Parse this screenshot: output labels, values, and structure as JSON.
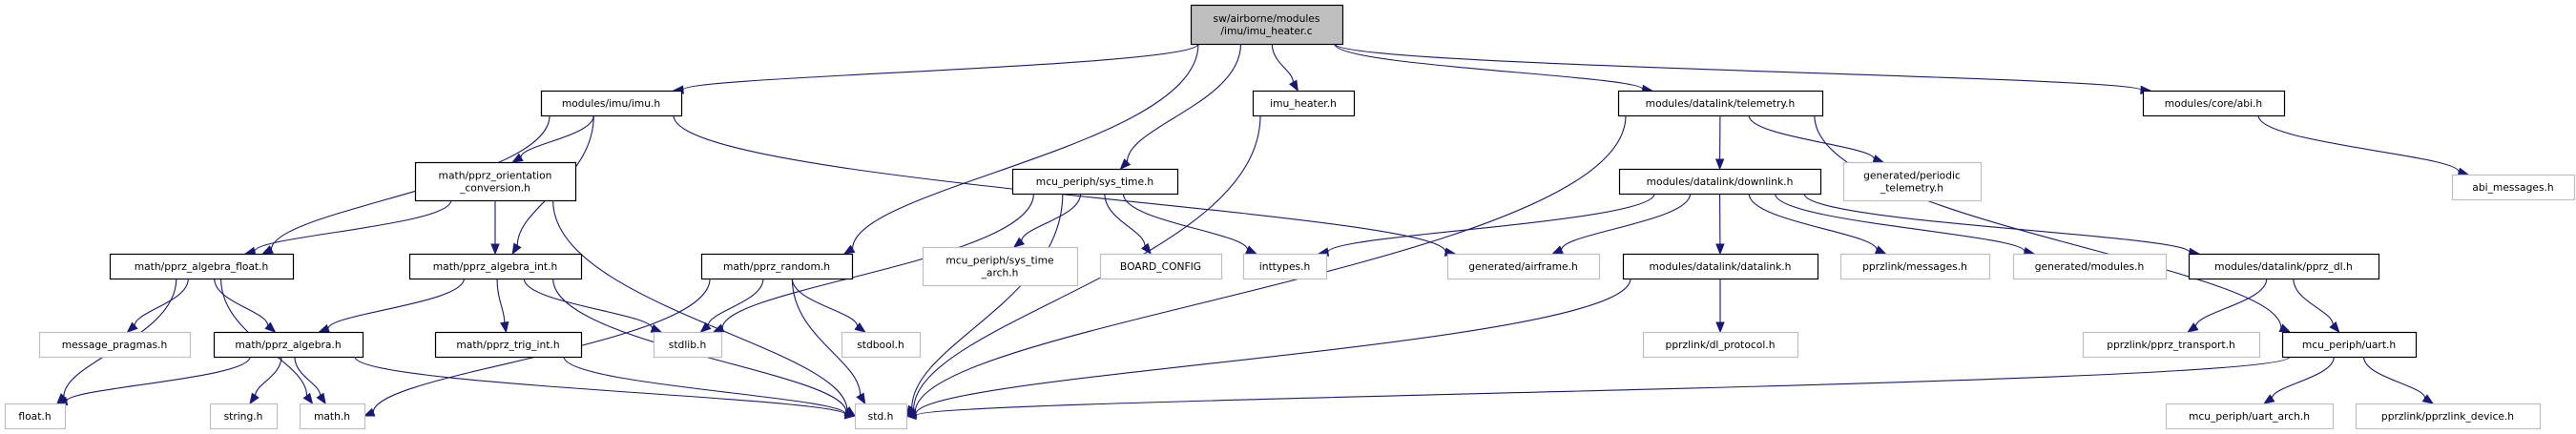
{
  "title": "sw/airborne/modules/imu/imu_heater.c include dependency graph",
  "colors": {
    "edge": "#191970",
    "root_fill": "#bfbfbf",
    "local_border": "#000000",
    "external_border": "#bfbfbf"
  },
  "nodes": [
    {
      "id": "root",
      "kind": "root",
      "lines": [
        "sw/airborne/modules",
        "/imu/imu_heater.c"
      ]
    },
    {
      "id": "imu",
      "kind": "local",
      "lines": [
        "modules/imu/imu.h"
      ]
    },
    {
      "id": "heater_h",
      "kind": "local",
      "lines": [
        "imu_heater.h"
      ]
    },
    {
      "id": "telemetry",
      "kind": "local",
      "lines": [
        "modules/datalink/telemetry.h"
      ]
    },
    {
      "id": "abi",
      "kind": "local",
      "lines": [
        "modules/core/abi.h"
      ]
    },
    {
      "id": "orient",
      "kind": "local",
      "lines": [
        "math/pprz_orientation",
        "_conversion.h"
      ]
    },
    {
      "id": "systime",
      "kind": "local",
      "lines": [
        "mcu_periph/sys_time.h"
      ]
    },
    {
      "id": "downlink",
      "kind": "local",
      "lines": [
        "modules/datalink/downlink.h"
      ]
    },
    {
      "id": "periodic",
      "kind": "ext",
      "lines": [
        "generated/periodic",
        "_telemetry.h"
      ]
    },
    {
      "id": "abimsg",
      "kind": "ext",
      "lines": [
        "abi_messages.h"
      ]
    },
    {
      "id": "algfloat",
      "kind": "local",
      "lines": [
        "math/pprz_algebra_float.h"
      ]
    },
    {
      "id": "algint",
      "kind": "local",
      "lines": [
        "math/pprz_algebra_int.h"
      ]
    },
    {
      "id": "random",
      "kind": "local",
      "lines": [
        "math/pprz_random.h"
      ]
    },
    {
      "id": "systimearch",
      "kind": "ext",
      "lines": [
        "mcu_periph/sys_time",
        "_arch.h"
      ]
    },
    {
      "id": "board",
      "kind": "ext",
      "lines": [
        "BOARD_CONFIG"
      ]
    },
    {
      "id": "inttypes",
      "kind": "ext",
      "lines": [
        "inttypes.h"
      ]
    },
    {
      "id": "airframe",
      "kind": "ext",
      "lines": [
        "generated/airframe.h"
      ]
    },
    {
      "id": "datalink",
      "kind": "local",
      "lines": [
        "modules/datalink/datalink.h"
      ]
    },
    {
      "id": "messages",
      "kind": "ext",
      "lines": [
        "pprzlink/messages.h"
      ]
    },
    {
      "id": "modules",
      "kind": "ext",
      "lines": [
        "generated/modules.h"
      ]
    },
    {
      "id": "pprzdl",
      "kind": "local",
      "lines": [
        "modules/datalink/pprz_dl.h"
      ]
    },
    {
      "id": "pragmas",
      "kind": "ext",
      "lines": [
        "message_pragmas.h"
      ]
    },
    {
      "id": "algebra",
      "kind": "local",
      "lines": [
        "math/pprz_algebra.h"
      ]
    },
    {
      "id": "trigint",
      "kind": "local",
      "lines": [
        "math/pprz_trig_int.h"
      ]
    },
    {
      "id": "stdlib",
      "kind": "ext",
      "lines": [
        "stdlib.h"
      ]
    },
    {
      "id": "stdbool",
      "kind": "ext",
      "lines": [
        "stdbool.h"
      ]
    },
    {
      "id": "dlproto",
      "kind": "ext",
      "lines": [
        "pprzlink/dl_protocol.h"
      ]
    },
    {
      "id": "transport",
      "kind": "ext",
      "lines": [
        "pprzlink/pprz_transport.h"
      ]
    },
    {
      "id": "uart",
      "kind": "local",
      "lines": [
        "mcu_periph/uart.h"
      ]
    },
    {
      "id": "float",
      "kind": "ext",
      "lines": [
        "float.h"
      ]
    },
    {
      "id": "string",
      "kind": "ext",
      "lines": [
        "string.h"
      ]
    },
    {
      "id": "math",
      "kind": "ext",
      "lines": [
        "math.h"
      ]
    },
    {
      "id": "std",
      "kind": "ext",
      "lines": [
        "std.h"
      ]
    },
    {
      "id": "uartarch",
      "kind": "ext",
      "lines": [
        "mcu_periph/uart_arch.h"
      ]
    },
    {
      "id": "device",
      "kind": "ext",
      "lines": [
        "pprzlink/pprzlink_device.h"
      ]
    }
  ],
  "edges": [
    [
      "root",
      "imu"
    ],
    [
      "root",
      "random"
    ],
    [
      "root",
      "systime"
    ],
    [
      "root",
      "heater_h"
    ],
    [
      "root",
      "telemetry"
    ],
    [
      "root",
      "abi"
    ],
    [
      "imu",
      "orient"
    ],
    [
      "imu",
      "algfloat"
    ],
    [
      "imu",
      "algint"
    ],
    [
      "imu",
      "airframe"
    ],
    [
      "orient",
      "algfloat"
    ],
    [
      "orient",
      "algint"
    ],
    [
      "orient",
      "std"
    ],
    [
      "heater_h",
      "std"
    ],
    [
      "telemetry",
      "downlink"
    ],
    [
      "telemetry",
      "periodic"
    ],
    [
      "telemetry",
      "std"
    ],
    [
      "telemetry",
      "uart"
    ],
    [
      "abi",
      "abimsg"
    ],
    [
      "systime",
      "stdlib"
    ],
    [
      "systime",
      "std"
    ],
    [
      "systime",
      "systimearch"
    ],
    [
      "systime",
      "board"
    ],
    [
      "systime",
      "inttypes"
    ],
    [
      "downlink",
      "inttypes"
    ],
    [
      "downlink",
      "airframe"
    ],
    [
      "downlink",
      "datalink"
    ],
    [
      "downlink",
      "messages"
    ],
    [
      "downlink",
      "modules"
    ],
    [
      "downlink",
      "pprzdl"
    ],
    [
      "algfloat",
      "float"
    ],
    [
      "algfloat",
      "math"
    ],
    [
      "algfloat",
      "pragmas"
    ],
    [
      "algfloat",
      "algebra"
    ],
    [
      "algint",
      "algebra"
    ],
    [
      "algint",
      "trigint"
    ],
    [
      "algint",
      "stdlib"
    ],
    [
      "algint",
      "std"
    ],
    [
      "random",
      "stdlib"
    ],
    [
      "random",
      "stdbool"
    ],
    [
      "random",
      "std"
    ],
    [
      "random",
      "math"
    ],
    [
      "datalink",
      "dlproto"
    ],
    [
      "datalink",
      "std"
    ],
    [
      "pprzdl",
      "transport"
    ],
    [
      "pprzdl",
      "uart"
    ],
    [
      "algebra",
      "float"
    ],
    [
      "algebra",
      "string"
    ],
    [
      "algebra",
      "math"
    ],
    [
      "algebra",
      "std"
    ],
    [
      "trigint",
      "std"
    ],
    [
      "uart",
      "std"
    ],
    [
      "uart",
      "uartarch"
    ],
    [
      "uart",
      "device"
    ]
  ]
}
